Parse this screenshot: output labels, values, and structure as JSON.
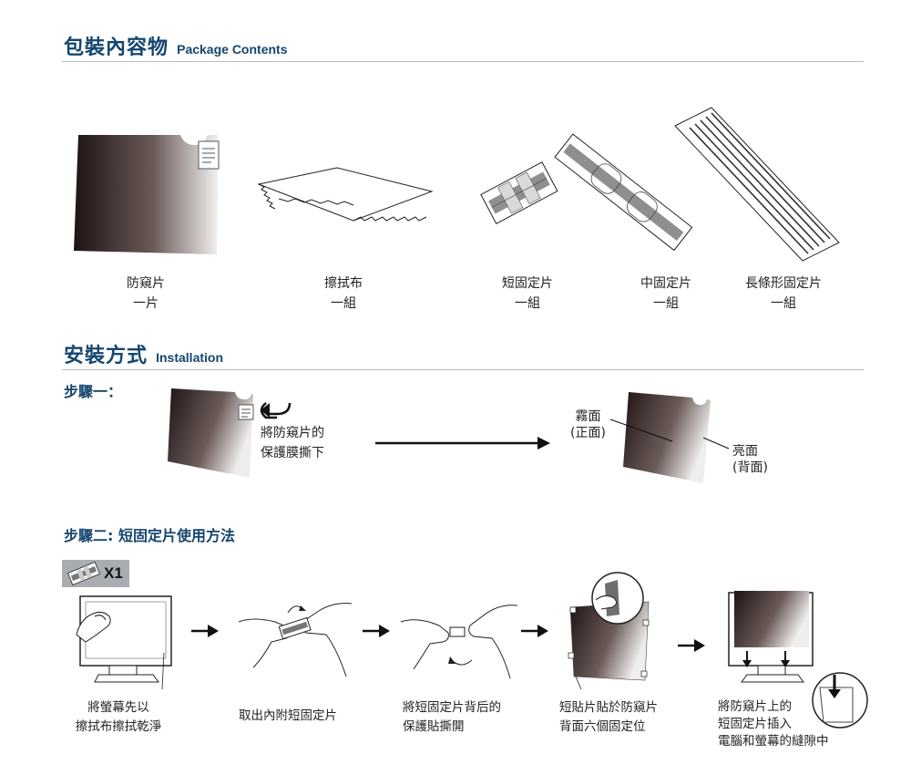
{
  "package": {
    "title_cn": "包裝內容物",
    "title_en": "Package Contents",
    "items": [
      {
        "name": "防窺片",
        "qty": "一片"
      },
      {
        "name": "擦拭布",
        "qty": "一組"
      },
      {
        "name": "短固定片",
        "qty": "一組"
      },
      {
        "name": "中固定片",
        "qty": "一組"
      },
      {
        "name": "長條形固定片",
        "qty": "一組"
      }
    ]
  },
  "installation": {
    "title_cn": "安裝方式",
    "title_en": "Installation",
    "step1": {
      "label": "步驟一：",
      "note_line1": "將防窺片的",
      "note_line2": "保護膜撕下",
      "matte_line1": "霧面",
      "matte_line2": "(正面)",
      "glossy_line1": "亮面",
      "glossy_line2": "(背面)"
    },
    "step2": {
      "label": "步驟二: 短固定片使用方法",
      "badge_qty": "X1",
      "captions": [
        {
          "l1": "將螢幕先以",
          "l2": "擦拭布擦拭乾淨",
          "l3": ""
        },
        {
          "l1": "取出內附短固定片",
          "l2": "",
          "l3": ""
        },
        {
          "l1": "將短固定片背后的",
          "l2": "保護貼撕開",
          "l3": ""
        },
        {
          "l1": "短貼片貼於防窺片",
          "l2": "背面六個固定位",
          "l3": ""
        },
        {
          "l1": "將防窺片上的",
          "l2": "短固定片插入",
          "l3": "電腦和螢幕的縫隙中"
        }
      ]
    }
  },
  "colors": {
    "heading": "#14466f",
    "rule": "#b8bcc2",
    "badge": "#a9adb2"
  }
}
